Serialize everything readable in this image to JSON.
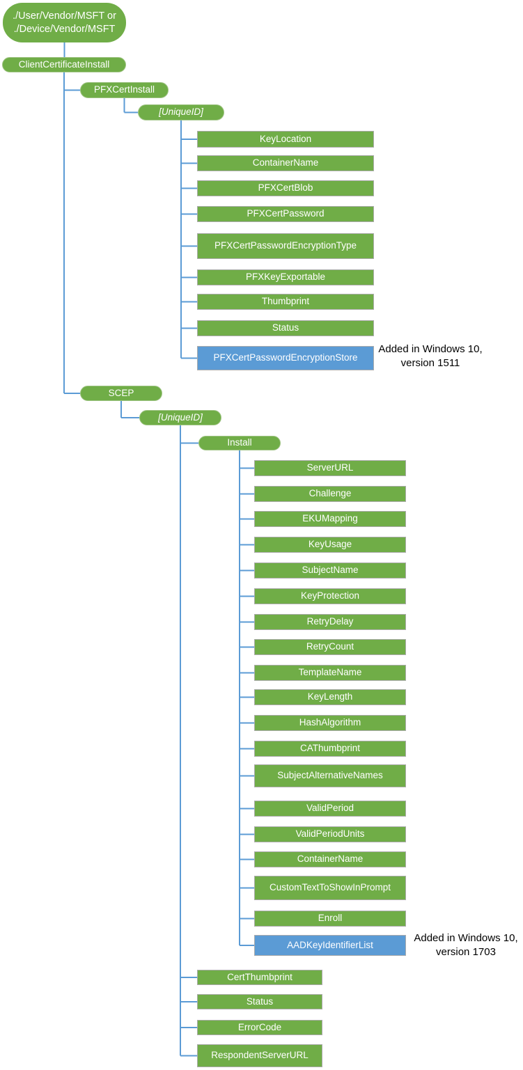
{
  "colors": {
    "green": "#70AD47",
    "blue": "#5B9BD5",
    "connector": "#5B9BD5",
    "rect_border": "#ABABAB",
    "pill_border": "#9EC383",
    "annotation_text": "#000000"
  },
  "tree": {
    "id": "root",
    "label": "./User/Vendor/MSFT or\n./Device/Vendor/MSFT",
    "shape": "root",
    "color": "green",
    "children": [
      {
        "id": "clientcertificateinstall",
        "label": "ClientCertificateInstall",
        "shape": "pill",
        "color": "green",
        "children": [
          {
            "id": "pfxcertinstall",
            "label": "PFXCertInstall",
            "shape": "pill",
            "color": "green",
            "children": [
              {
                "id": "uniqueid1",
                "label": "[UniqueID]",
                "shape": "pill",
                "color": "green",
                "italic": true,
                "children": [
                  {
                    "id": "keylocation",
                    "label": "KeyLocation",
                    "shape": "rect",
                    "color": "green"
                  },
                  {
                    "id": "containername1",
                    "label": "ContainerName",
                    "shape": "rect",
                    "color": "green"
                  },
                  {
                    "id": "pfxcertblob",
                    "label": "PFXCertBlob",
                    "shape": "rect",
                    "color": "green"
                  },
                  {
                    "id": "pfxcertpassword",
                    "label": "PFXCertPassword",
                    "shape": "rect",
                    "color": "green"
                  },
                  {
                    "id": "pfxcertpasswordencryptiontype",
                    "label": "PFXCertPasswordEncryptionType",
                    "shape": "rect",
                    "color": "green"
                  },
                  {
                    "id": "pfxkeyexportable",
                    "label": "PFXKeyExportable",
                    "shape": "rect",
                    "color": "green"
                  },
                  {
                    "id": "thumbprint",
                    "label": "Thumbprint",
                    "shape": "rect",
                    "color": "green"
                  },
                  {
                    "id": "status1",
                    "label": "Status",
                    "shape": "rect",
                    "color": "green"
                  },
                  {
                    "id": "pfxcertpasswordencryptionstore",
                    "label": "PFXCertPasswordEncryptionStore",
                    "shape": "rect",
                    "color": "blue",
                    "annotation": "Added in Windows 10,\nversion 1511"
                  }
                ]
              }
            ]
          },
          {
            "id": "scep",
            "label": "SCEP",
            "shape": "pill",
            "color": "green",
            "children": [
              {
                "id": "uniqueid2",
                "label": "[UniqueID]",
                "shape": "pill",
                "color": "green",
                "italic": true,
                "children": [
                  {
                    "id": "install",
                    "label": "Install",
                    "shape": "pill",
                    "color": "green",
                    "children": [
                      {
                        "id": "serverurl",
                        "label": "ServerURL",
                        "shape": "rect",
                        "color": "green"
                      },
                      {
                        "id": "challenge",
                        "label": "Challenge",
                        "shape": "rect",
                        "color": "green"
                      },
                      {
                        "id": "ekumapping",
                        "label": "EKUMapping",
                        "shape": "rect",
                        "color": "green"
                      },
                      {
                        "id": "keyusage",
                        "label": "KeyUsage",
                        "shape": "rect",
                        "color": "green"
                      },
                      {
                        "id": "subjectname",
                        "label": "SubjectName",
                        "shape": "rect",
                        "color": "green"
                      },
                      {
                        "id": "keyprotection",
                        "label": "KeyProtection",
                        "shape": "rect",
                        "color": "green"
                      },
                      {
                        "id": "retrydelay",
                        "label": "RetryDelay",
                        "shape": "rect",
                        "color": "green"
                      },
                      {
                        "id": "retrycount",
                        "label": "RetryCount",
                        "shape": "rect",
                        "color": "green"
                      },
                      {
                        "id": "templatename",
                        "label": "TemplateName",
                        "shape": "rect",
                        "color": "green"
                      },
                      {
                        "id": "keylength",
                        "label": "KeyLength",
                        "shape": "rect",
                        "color": "green"
                      },
                      {
                        "id": "hashalgorithm",
                        "label": "HashAlgorithm",
                        "shape": "rect",
                        "color": "green"
                      },
                      {
                        "id": "cathumbprint",
                        "label": "CAThumbprint",
                        "shape": "rect",
                        "color": "green"
                      },
                      {
                        "id": "subjectalternativenames",
                        "label": "SubjectAlternativeNames",
                        "shape": "rect",
                        "color": "green"
                      },
                      {
                        "id": "validperiod",
                        "label": "ValidPeriod",
                        "shape": "rect",
                        "color": "green"
                      },
                      {
                        "id": "validperiodunits",
                        "label": "ValidPeriodUnits",
                        "shape": "rect",
                        "color": "green"
                      },
                      {
                        "id": "containername2",
                        "label": "ContainerName",
                        "shape": "rect",
                        "color": "green"
                      },
                      {
                        "id": "customtexttoshowinprompt",
                        "label": "CustomTextToShowInPrompt",
                        "shape": "rect",
                        "color": "green"
                      },
                      {
                        "id": "enroll",
                        "label": "Enroll",
                        "shape": "rect",
                        "color": "green"
                      },
                      {
                        "id": "aadkeyidentifierlist",
                        "label": "AADKeyIdentifierList",
                        "shape": "rect",
                        "color": "blue",
                        "annotation": "Added in Windows 10,\nversion 1703"
                      }
                    ]
                  },
                  {
                    "id": "certthumbprint",
                    "label": "CertThumbprint",
                    "shape": "rect",
                    "color": "green"
                  },
                  {
                    "id": "status2",
                    "label": "Status",
                    "shape": "rect",
                    "color": "green"
                  },
                  {
                    "id": "errorcode",
                    "label": "ErrorCode",
                    "shape": "rect",
                    "color": "green"
                  },
                  {
                    "id": "respondentserverurl",
                    "label": "RespondentServerURL",
                    "shape": "rect",
                    "color": "green"
                  }
                ]
              }
            ]
          }
        ]
      }
    ]
  }
}
